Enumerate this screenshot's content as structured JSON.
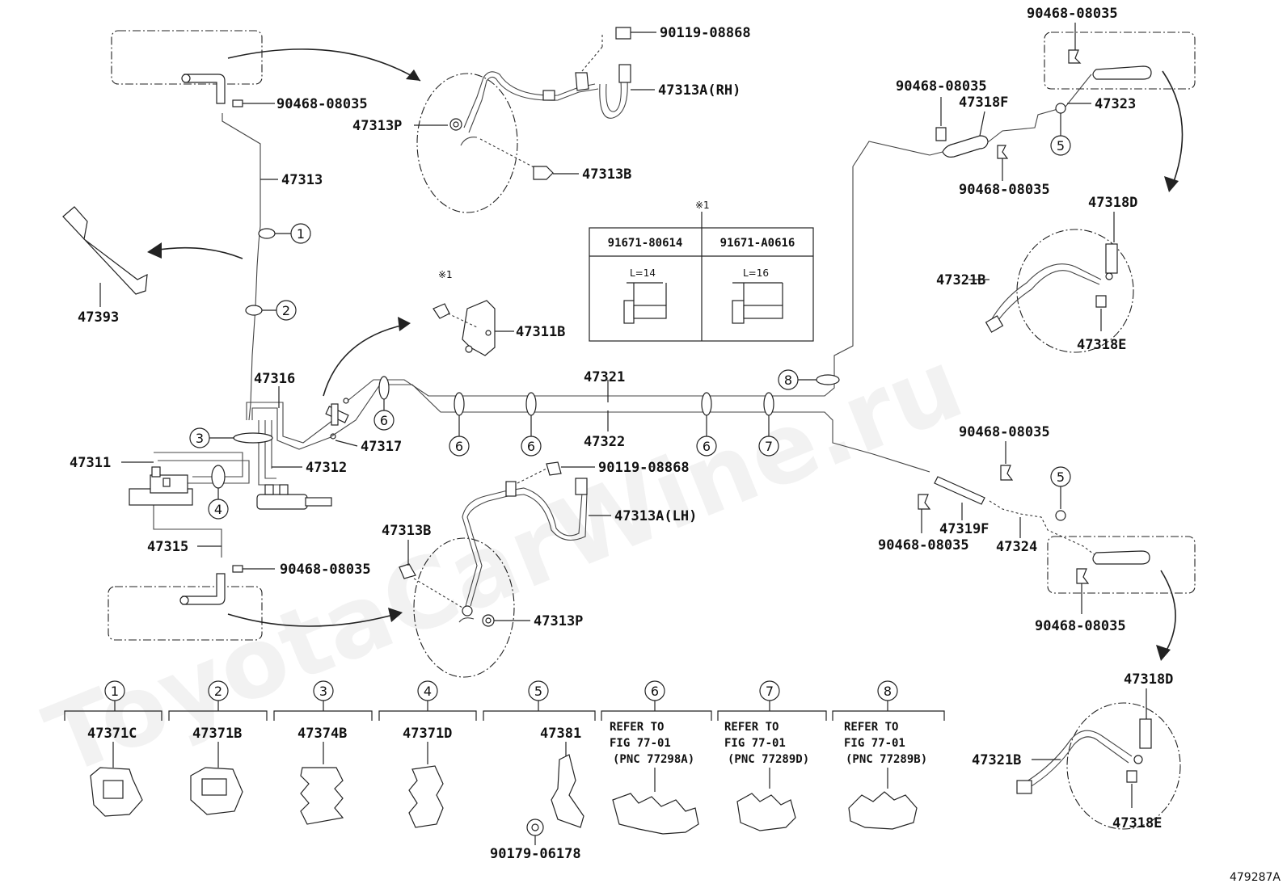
{
  "watermark": "ToyotaCarWine.ru",
  "figure_code": "479287A",
  "ref_symbol": "※1",
  "callouts": {
    "c1": "1",
    "c2": "2",
    "c3": "3",
    "c4": "4",
    "c5": "5",
    "c6": "6",
    "c7": "7",
    "c8": "8"
  },
  "labels": {
    "p47313": "47313",
    "p47393": "47393",
    "p47316": "47316",
    "p47311": "47311",
    "p47312": "47312",
    "p47317": "47317",
    "p47315": "47315",
    "p90468_tl": "90468-08035",
    "p90468_bl": "90468-08035",
    "p90119_top": "90119-08868",
    "p47313A_rh": "47313A(RH)",
    "p47313P_top": "47313P",
    "p47313B_top": "47313B",
    "p47311B": "47311B",
    "p90119_mid": "90119-08868",
    "p47313A_lh": "47313A(LH)",
    "p47313B_bot": "47313B",
    "p47313P_bot": "47313P",
    "p47321": "47321",
    "p47322": "47322",
    "p90468_tr": "90468-08035",
    "p90468_r1": "90468-08035",
    "p47318F": "47318F",
    "p47323": "47323",
    "p90468_r2": "90468-08035",
    "p47318D_top": "47318D",
    "p47321B_top": "47321B",
    "p47318E_top": "47318E",
    "p90468_r3": "90468-08035",
    "p47319F": "47319F",
    "p90468_r4": "90468-08035",
    "p47324": "47324",
    "p90468_r5": "90468-08035",
    "p47318D_bot": "47318D",
    "p47321B_bot": "47321B",
    "p47318E_bot": "47318E"
  },
  "bolt_table": {
    "col1_part": "91671-80614",
    "col1_len": "L=14",
    "col2_part": "91671-A0616",
    "col2_len": "L=16"
  },
  "legend": [
    {
      "num": "1",
      "part": "47371C"
    },
    {
      "num": "2",
      "part": "47371B"
    },
    {
      "num": "3",
      "part": "47374B"
    },
    {
      "num": "4",
      "part": "47371D"
    },
    {
      "num": "5",
      "part": "47381",
      "sub": "90179-06178"
    },
    {
      "num": "6",
      "refer": [
        "REFER TO",
        "FIG 77-01",
        "(PNC 77298A)"
      ]
    },
    {
      "num": "7",
      "refer": [
        "REFER TO",
        "FIG 77-01",
        "(PNC 77289D)"
      ]
    },
    {
      "num": "8",
      "refer": [
        "REFER TO",
        "FIG 77-01",
        "(PNC 77289B)"
      ]
    }
  ]
}
